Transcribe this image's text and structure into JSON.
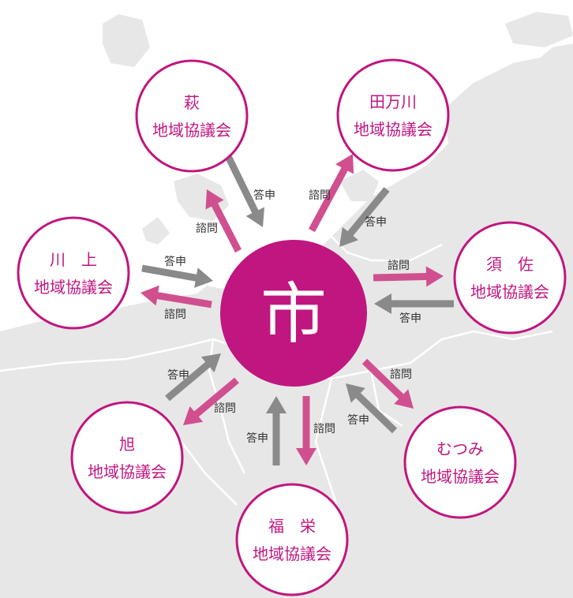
{
  "colors": {
    "magenta": "#c0167f",
    "pink": "#d0508f",
    "gray": "#8a8a8a",
    "map": "#e7e7e7",
    "map_line": "#ffffff"
  },
  "center": {
    "label": "市"
  },
  "councils": [
    {
      "id": "hagi",
      "name": "萩",
      "subtitle": "地域協議会"
    },
    {
      "id": "tamagawa",
      "name": "田万川",
      "subtitle": "地域協議会"
    },
    {
      "id": "susa",
      "name": "須　佐",
      "subtitle": "地域協議会"
    },
    {
      "id": "mutsumi",
      "name": "むつみ",
      "subtitle": "地域協議会"
    },
    {
      "id": "fukue",
      "name": "福　栄",
      "subtitle": "地域協議会"
    },
    {
      "id": "asahi",
      "name": "旭",
      "subtitle": "地域協議会"
    },
    {
      "id": "kawakami",
      "name": "川　上",
      "subtitle": "地域協議会"
    }
  ],
  "arrow_labels": {
    "consult": "諮問",
    "report": "答申"
  }
}
